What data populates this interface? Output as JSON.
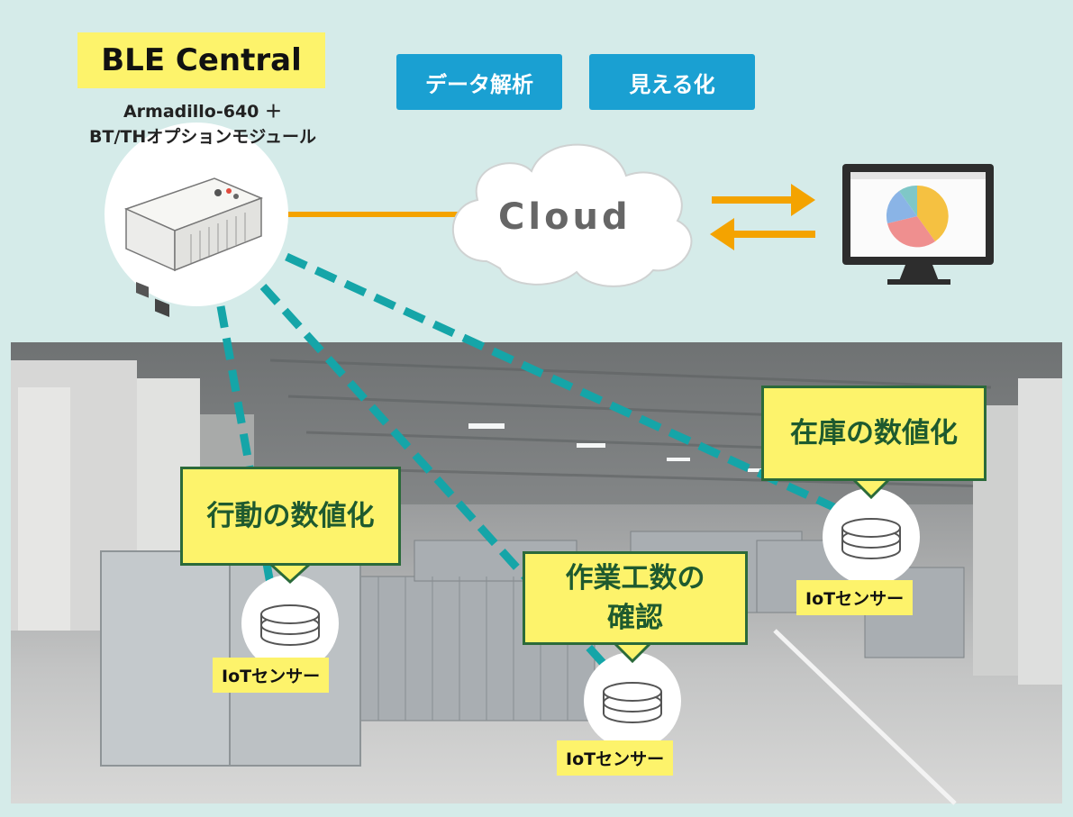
{
  "header": {
    "ble_title": "BLE Central",
    "device_line1": "Armadillo-640 ＋",
    "device_line2": "BT/THオプションモジュール"
  },
  "features": {
    "analysis": "データ解析",
    "visualize": "見える化"
  },
  "cloud": {
    "label": "Cloud"
  },
  "callouts": {
    "behavior": "行動の数値化",
    "workload_line1": "作業工数の",
    "workload_line2": "確認",
    "inventory": "在庫の数値化"
  },
  "sensors": [
    {
      "label": "IoTセンサー"
    },
    {
      "label": "IoTセンサー"
    },
    {
      "label": "IoTセンサー"
    }
  ],
  "colors": {
    "background": "#d5ebe9",
    "accent_yellow": "#fdf36b",
    "feature_blue": "#1aa0d2",
    "link_orange": "#f4a300",
    "dashed_teal": "#15a5a8",
    "callout_border": "#2b6a3a",
    "pie_yellow": "#f5c141",
    "pie_red": "#ef8f8f",
    "pie_blue": "#8ab4e6",
    "pie_teal": "#7fc7c7"
  }
}
